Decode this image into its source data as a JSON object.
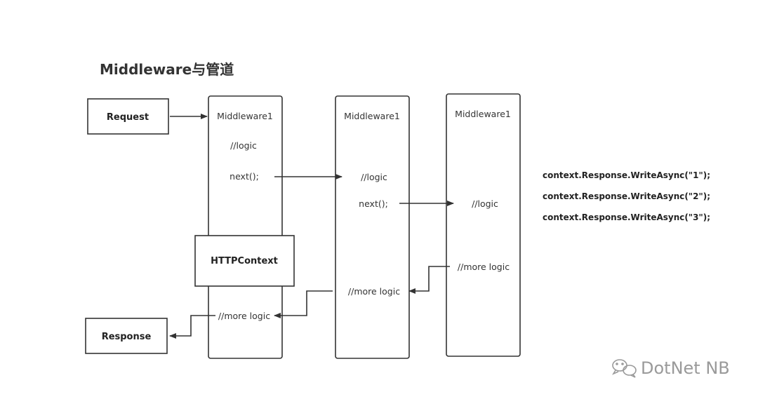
{
  "title": "Middleware与管道",
  "request_label": "Request",
  "response_label": "Response",
  "httpcontext_label": "HTTPContext",
  "columns": [
    {
      "header": "Middleware1",
      "logic": "//logic",
      "next": "next();",
      "more": "//more logic"
    },
    {
      "header": "Middleware1",
      "logic": "//logic",
      "next": "next();",
      "more": "//more logic"
    },
    {
      "header": "Middleware1",
      "logic": "//logic",
      "more": "//more logic"
    }
  ],
  "code_lines": [
    "context.Response.WriteAsync(\"1\");",
    "context.Response.WriteAsync(\"2\");",
    "context.Response.WriteAsync(\"3\");"
  ],
  "watermark": "DotNet NB",
  "icons": {
    "watermark_icon": "wechat-icon"
  },
  "colors": {
    "stroke": "#333333",
    "watermark": "#9a9a9a"
  }
}
